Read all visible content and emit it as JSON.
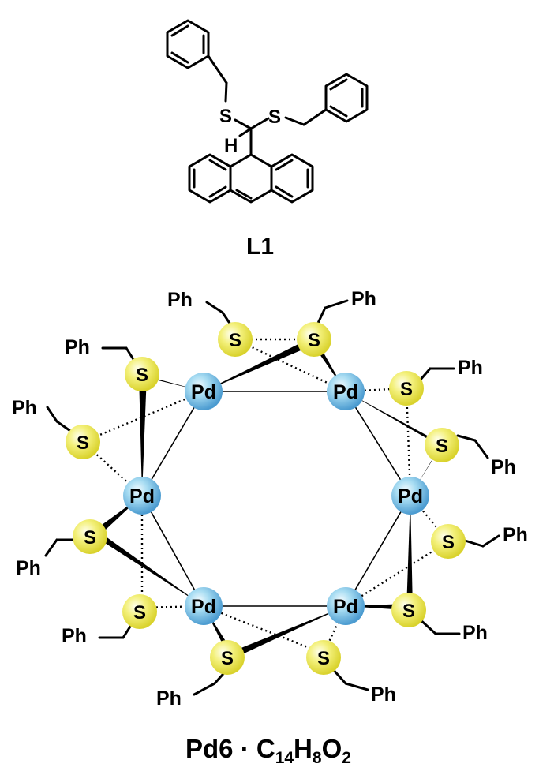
{
  "ligand": {
    "label": "L1",
    "atom_s": "S",
    "atom_h": "H"
  },
  "cluster": {
    "metal_label": "Pd",
    "sulfur_label": "S",
    "substituent_label": "Ph",
    "atom_colors": {
      "sulfur": "#e6e244",
      "palladium": "#5da8d8"
    }
  },
  "caption": {
    "pre": "Pd6 · C",
    "sub1": "14",
    "mid1": "H",
    "sub2": "8",
    "mid2": "O",
    "sub3": "2"
  }
}
